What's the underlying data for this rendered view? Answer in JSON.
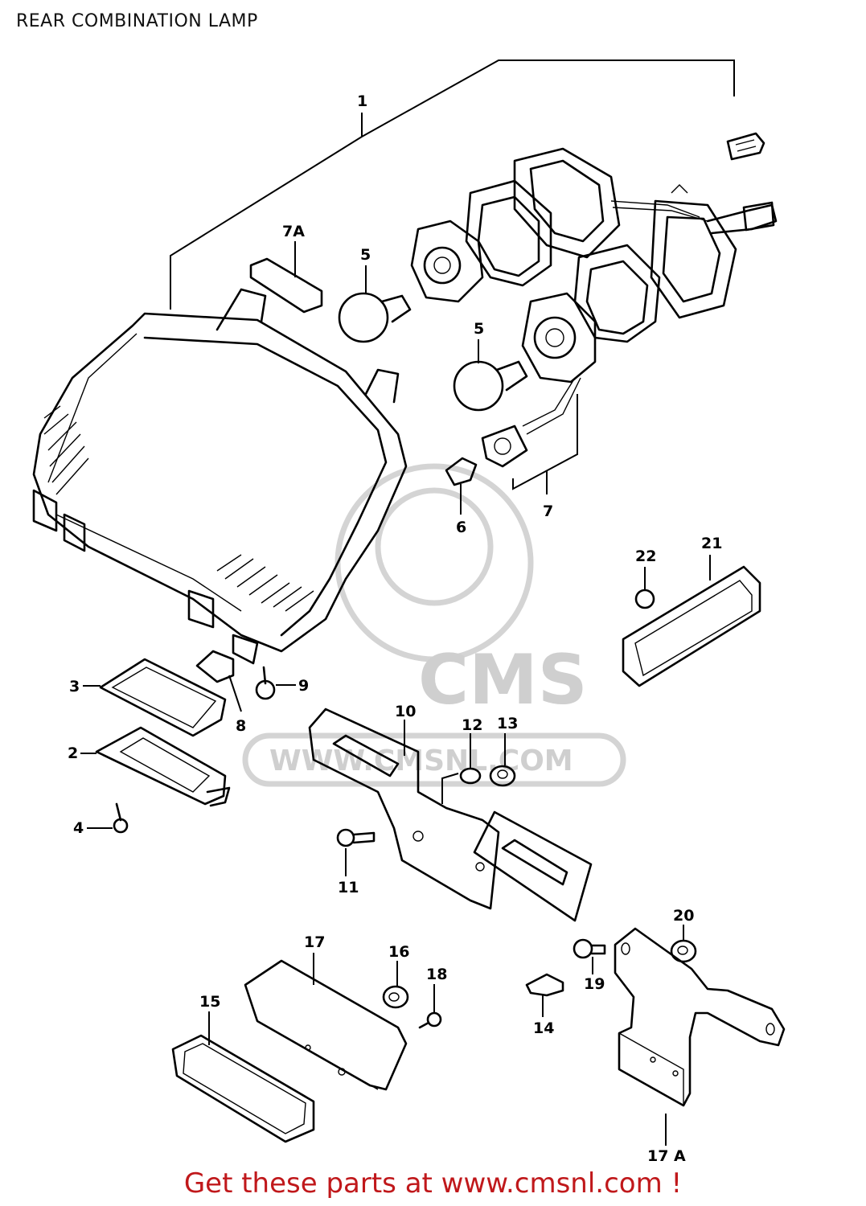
{
  "title": "REAR COMBINATION LAMP",
  "watermark": {
    "logo_text": "CMS",
    "url_text": "WWW.CMSNL.COM"
  },
  "footer": {
    "text": "Get these parts at www.cmsnl.com !",
    "color": "#c0181b"
  },
  "callouts": [
    "1",
    "2",
    "3",
    "4",
    "5",
    "5",
    "6",
    "7",
    "7A",
    "8",
    "9",
    "10",
    "11",
    "12",
    "13",
    "14",
    "15",
    "16",
    "17",
    "17 A",
    "18",
    "19",
    "20",
    "21",
    "22"
  ]
}
